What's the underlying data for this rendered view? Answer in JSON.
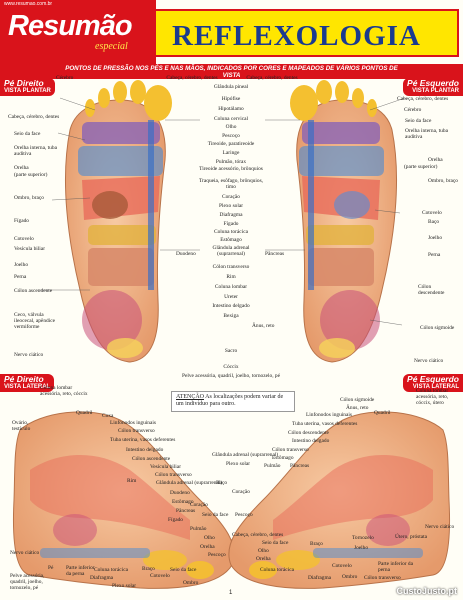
{
  "header": {
    "brand": "Resumão",
    "brand_sub": "especial",
    "url": "www.resumao.com.br",
    "title": "REFLEXOLOGIA",
    "subtitle": "PONTOS DE PRESSÃO NOS PÉS E NAS MÃOS, INDICADOS POR CORES E MAPEADOS DE VÁRIOS PONTOS DE VISTA"
  },
  "tags": {
    "tl_title": "Pé Direito",
    "tl_sub": "VISTA PLANTAR",
    "tr_title": "Pé Esquerdo",
    "tr_sub": "VISTA PLANTAR",
    "bl_title": "Pé Direito",
    "bl_sub": "VISTA LATERAL",
    "br_title": "Pé Esquerdo",
    "br_sub": "VISTA LATERAL"
  },
  "labels_left": [
    "Cérebro",
    "Cabeça, cérebro, dentes",
    "Seio da face",
    "Orelha interna, tuba auditiva",
    "Orelha",
    "Ombro, braço",
    "Fígado",
    "Cotovelo",
    "Vesícula biliar",
    "Joelho",
    "Perna",
    "Cólon ascendente",
    "Ceco, válvula ileocecal, apêndice vermiforme",
    "Nervo ciático"
  ],
  "labels_left_small": {
    "orelha_sub": "(parte superior)"
  },
  "labels_right": [
    "Cabeça, cérebro, dentes",
    "Cérebro",
    "Seio da face",
    "Orelha interna, tuba auditiva",
    "Orelha",
    "Ombro, braço",
    "Cotovelo",
    "Baço",
    "Joelho",
    "Perna",
    "Cólon descendente",
    "Cólon sigmoide",
    "Nervo ciático"
  ],
  "labels_right_small": {
    "orelha_sub": "(parte superior)"
  },
  "labels_center": [
    "Cabeça, cérebro, dentes",
    "Cabeça, cérebro, dentes",
    "Glândula pineal",
    "Hipófise",
    "Hipotálamo",
    "Coluna cervical",
    "Olho",
    "Pescoço",
    "Tireoide, paratireoide",
    "Laringe",
    "Pulmão, tórax",
    "Tireoide acessório, brônquios",
    "Traqueia, esôfago, brônquios, timo",
    "Coração",
    "Plexo solar",
    "Diafragma",
    "Fígado",
    "Coluna torácica",
    "Estômago",
    "Glândula adrenal (suprarrenal)",
    "Duodeno",
    "Pâncreas",
    "Cólon transverso",
    "Rim",
    "Coluna lombar",
    "Ureter",
    "Intestino delgado",
    "Bexiga",
    "Ânus, reto",
    "Sacro",
    "Cóccix",
    "Pelve acessória, quadril, joelho, tornozelo, pé"
  ],
  "note": {
    "label": "ATENÇÃO",
    "text": "As localizações podem variar de um indivíduo para outro."
  },
  "labels_bl": [
    "Coluna lombar acessória, reto, cóccix",
    "Quadril",
    "Ovário, testículo",
    "Coxa",
    "Linfonodos inguinais",
    "Cólon transverso",
    "Tuba uterina, vasos deferentes",
    "Intestino delgado",
    "Cólon ascendente",
    "Vesícula biliar",
    "Rim",
    "Cólon transverso",
    "Glândula adrenal (suprarrenal)",
    "Duodeno",
    "Estômago",
    "Pâncreas",
    "Fígado",
    "Coração",
    "Seio da face",
    "Pulmão",
    "Olho",
    "Orelha",
    "Pescoço",
    "Nervo ciático",
    "Pelve acessória, quadril, joelho, tornozelo, pé",
    "Pé",
    "Parte inferior da perna",
    "Coluna torácica",
    "Diafragma",
    "Braço",
    "Plexo solar",
    "Cotovelo",
    "Seio da face",
    "Ombro"
  ],
  "labels_br": [
    "Coluna lombar acessória, reto, cóccix, útero",
    "Cólon sigmoide",
    "Ânus, reto",
    "Quadril",
    "Linfonodos inguinais",
    "Tuba uterina, vasos deferentes",
    "Cólon descendente",
    "Intestino delgado",
    "Cólon transverso",
    "Glândula adrenal (suprarrenal)",
    "Plexo solar",
    "Estômago",
    "Pulmão",
    "Pâncreas",
    "Baço",
    "Coração",
    "Pescoço",
    "Cabeça, cérebro, dentes",
    "Seio da face",
    "Olho",
    "Orelha",
    "Braço",
    "Tornozelo",
    "Coluna torácica",
    "Diafragma",
    "Joelho",
    "Cotovelo",
    "Ombro",
    "Cólon transverso",
    "Parte inferior da perna",
    "Útero, próstata",
    "Nervo ciático"
  ],
  "page_number": "1",
  "watermark": "CustoJusto.pt",
  "colors": {
    "red": "#d9131b",
    "yellow": "#ffe600",
    "blue": "#1a3a8f",
    "skin": "#f1b68a"
  }
}
